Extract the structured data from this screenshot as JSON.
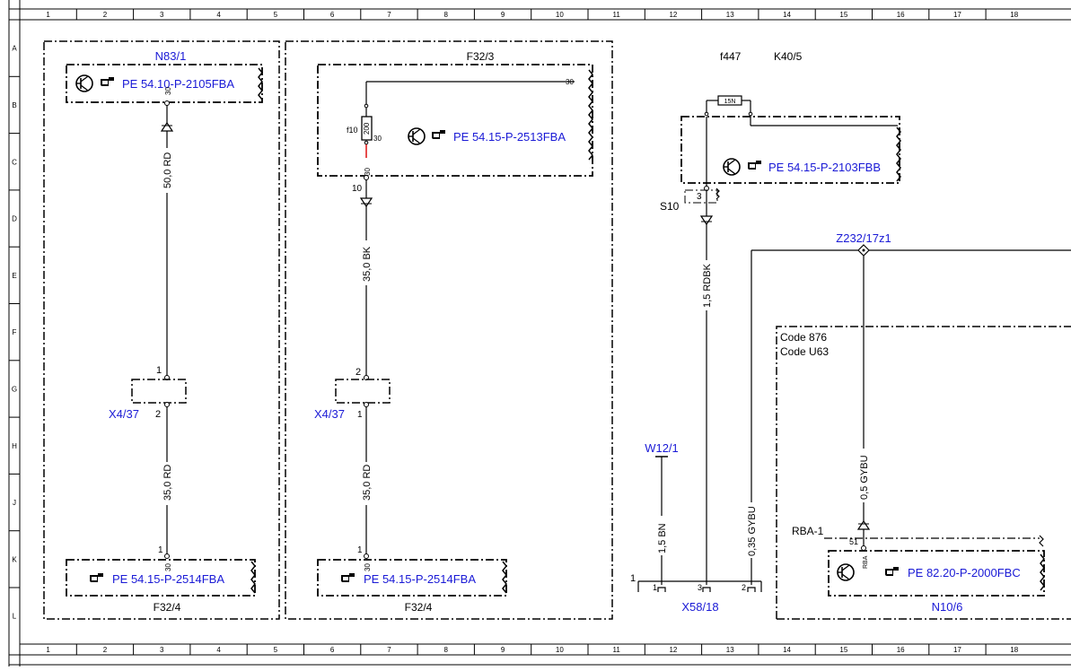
{
  "grid": {
    "columns": [
      "1",
      "2",
      "3",
      "4",
      "5",
      "6",
      "7",
      "8",
      "9",
      "10",
      "11",
      "12",
      "13",
      "14",
      "15",
      "16",
      "17",
      "18"
    ],
    "rows": [
      "A",
      "B",
      "C",
      "D",
      "E",
      "F",
      "G",
      "H",
      "J",
      "K",
      "L"
    ]
  },
  "left_block": {
    "top_label": "N83/1",
    "top_ref": "PE 54.10-P-2105FBA",
    "pin_top": "30",
    "wire_upper": "50,0 RD",
    "connector_pin1": "1",
    "connector_pin2": "2",
    "connector": "X4/37",
    "wire_lower": "35,0 RD",
    "bottom_pin_num": "1",
    "bottom_pin": "30",
    "bottom_ref": "PE 54.15-P-2514FBA",
    "bottom_label": "F32/4"
  },
  "middle_block": {
    "top_label": "F32/3",
    "terminal_right": "30",
    "fuse_name": "f10",
    "fuse_value": "200",
    "fuse_terminal": "30",
    "ref": "PE 54.15-P-2513FBA",
    "pin_out": "30",
    "pin_10": "10",
    "wire_upper": "35,0 BK",
    "connector_pin2": "2",
    "connector_pin1": "1",
    "connector": "X4/37",
    "wire_lower": "35,0 RD",
    "bottom_pin_num": "1",
    "bottom_pin": "30",
    "bottom_ref": "PE 54.15-P-2514FBA",
    "bottom_label": "F32/4"
  },
  "right_area": {
    "f447": "f447",
    "k40": "K40/5",
    "relay_fuse": "15N",
    "relay_ref": "PE 54.15-P-2103FBB",
    "s10_pin": "3",
    "s10": "S10",
    "wire_rdbk": "1,5 RDBK",
    "z232": "Z232/17z1",
    "w12": "W12/1",
    "wire_bn": "1,5 BN",
    "wire_gybu_035": "0,35 GYBU",
    "wire_gybu_05": "0,5 GYBU",
    "x58_pin_outer": "1",
    "x58_pin1": "1",
    "x58_pin3": "3",
    "x58_pin2": "2",
    "x58": "X58/18",
    "code_876": "Code 876",
    "code_u63": "Code U63",
    "rba_label": "RBA-1",
    "rba_pin": "51",
    "rba_sub": "RBA",
    "n10_ref": "PE 82.20-P-2000FBC",
    "n10": "N10/6"
  }
}
